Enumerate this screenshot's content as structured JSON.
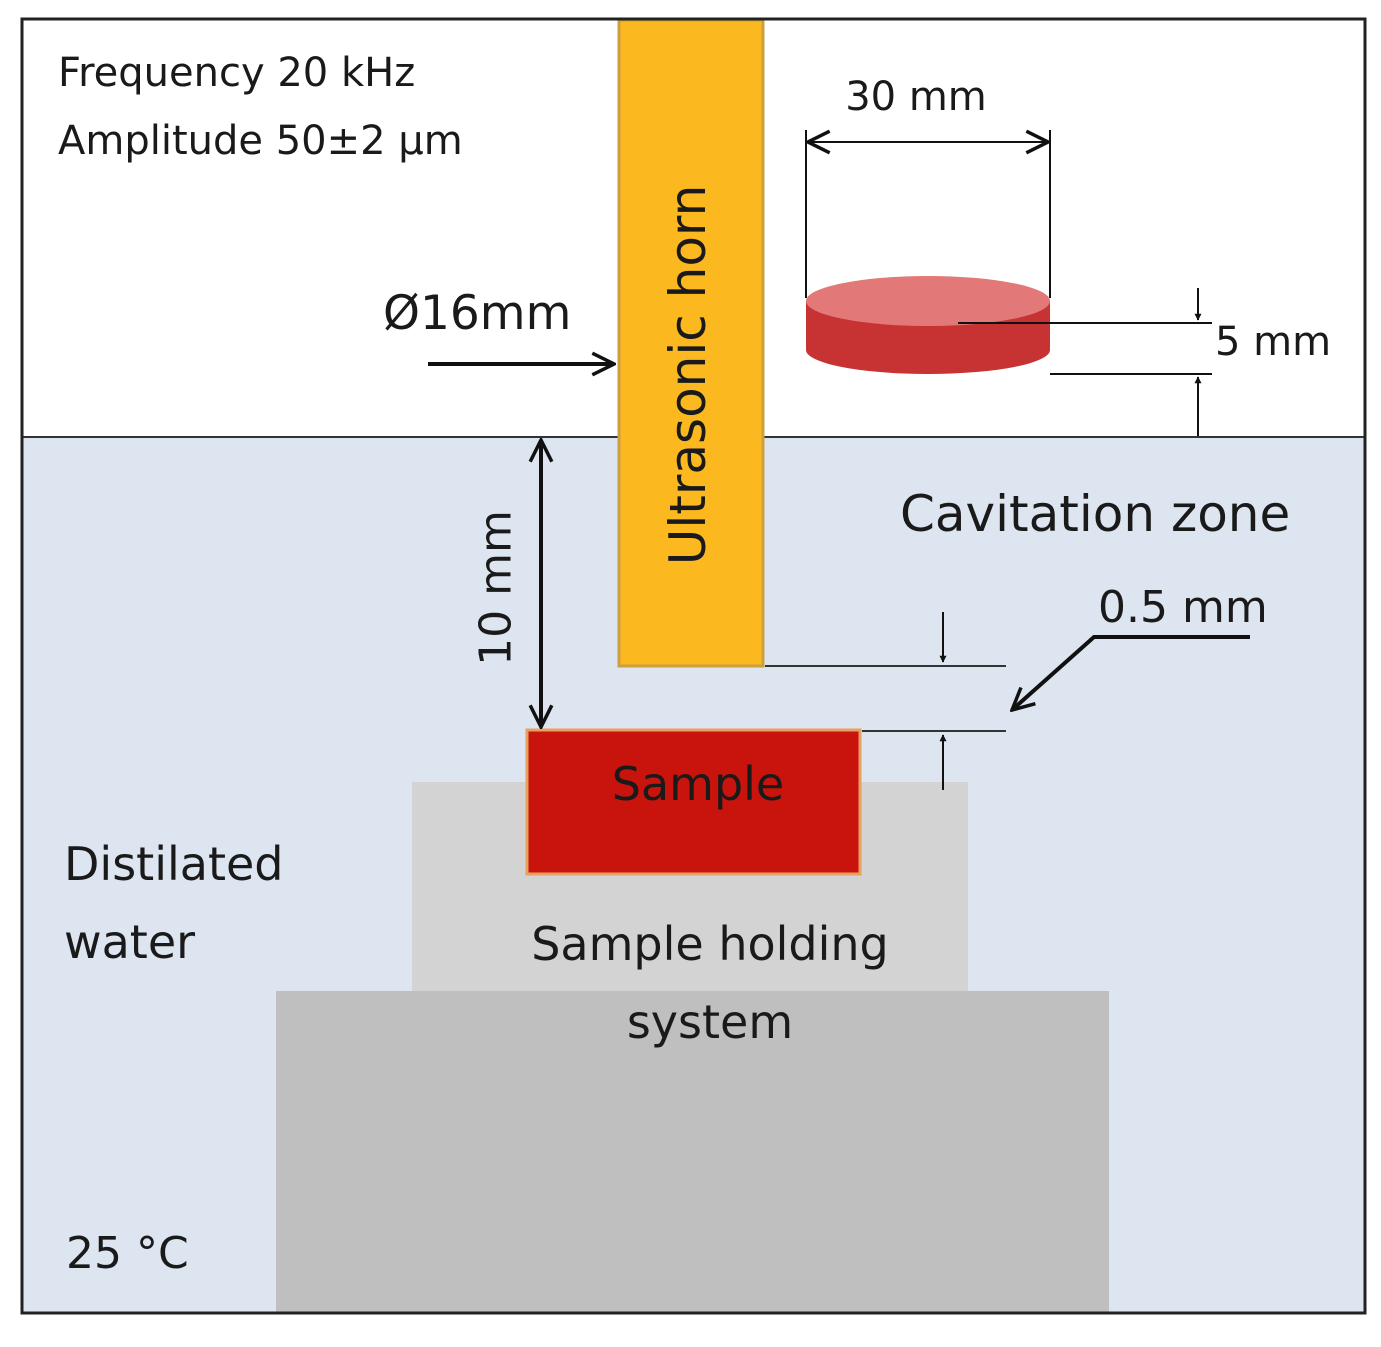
{
  "labels": {
    "frequency": "Frequency  20 kHz",
    "amplitude": "Amplitude  50±2 µm",
    "horn": "Ultrasonic  horn",
    "horn_diameter": "Ø16mm",
    "disk_diameter": "30 mm",
    "disk_thickness": "5 mm",
    "cavitation_zone": "Cavitation zone",
    "gap": "0.5 mm",
    "immersion_depth": "10 mm",
    "sample": "Sample",
    "holder_line1": "Sample holding",
    "holder_line2": "system",
    "medium_line1": "Distilated",
    "medium_line2": "water",
    "temperature": "25 °C"
  },
  "colors": {
    "water": "#dde5f1",
    "horn": "#fcb81f",
    "horn_edge": "#caa040",
    "sample": "#c8140c",
    "sample_edge": "#e8a060",
    "disk": "#c73232",
    "disk_top": "#e37878",
    "holder_upper": "#d3d3d3",
    "holder_lower": "#bfbfbf",
    "lines": "#111111"
  }
}
